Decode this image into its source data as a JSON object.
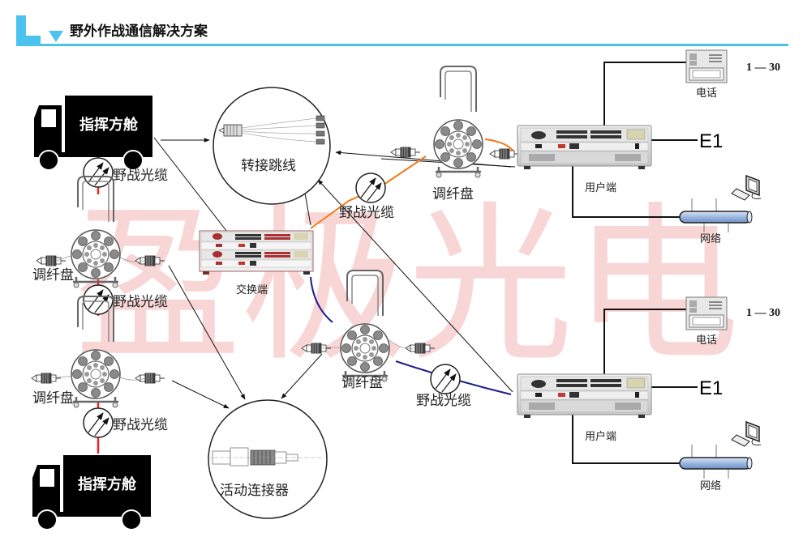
{
  "header": {
    "title": "野外作战通信解决方案",
    "accent_color": "#4cc3ee"
  },
  "watermark": {
    "text": "盈极光电",
    "color": "#f08c8c"
  },
  "trucks": [
    {
      "label": "指挥方舱"
    },
    {
      "label": "指挥方舱"
    }
  ],
  "cable_label": "野战光缆",
  "reel_label": "调纤盘",
  "switch_label": "交换端",
  "user_label": "用户端",
  "phone_label": "电话",
  "network_label": "网络",
  "e1_label": "E1",
  "phone_range": "1 — 30",
  "patch_cord_label": "转接跳线",
  "connector_label": "活动连接器",
  "colors": {
    "red_link": "#e8272a",
    "orange_link": "#f07a1a",
    "blue_link": "#1c1c8c",
    "line": "#111111"
  }
}
